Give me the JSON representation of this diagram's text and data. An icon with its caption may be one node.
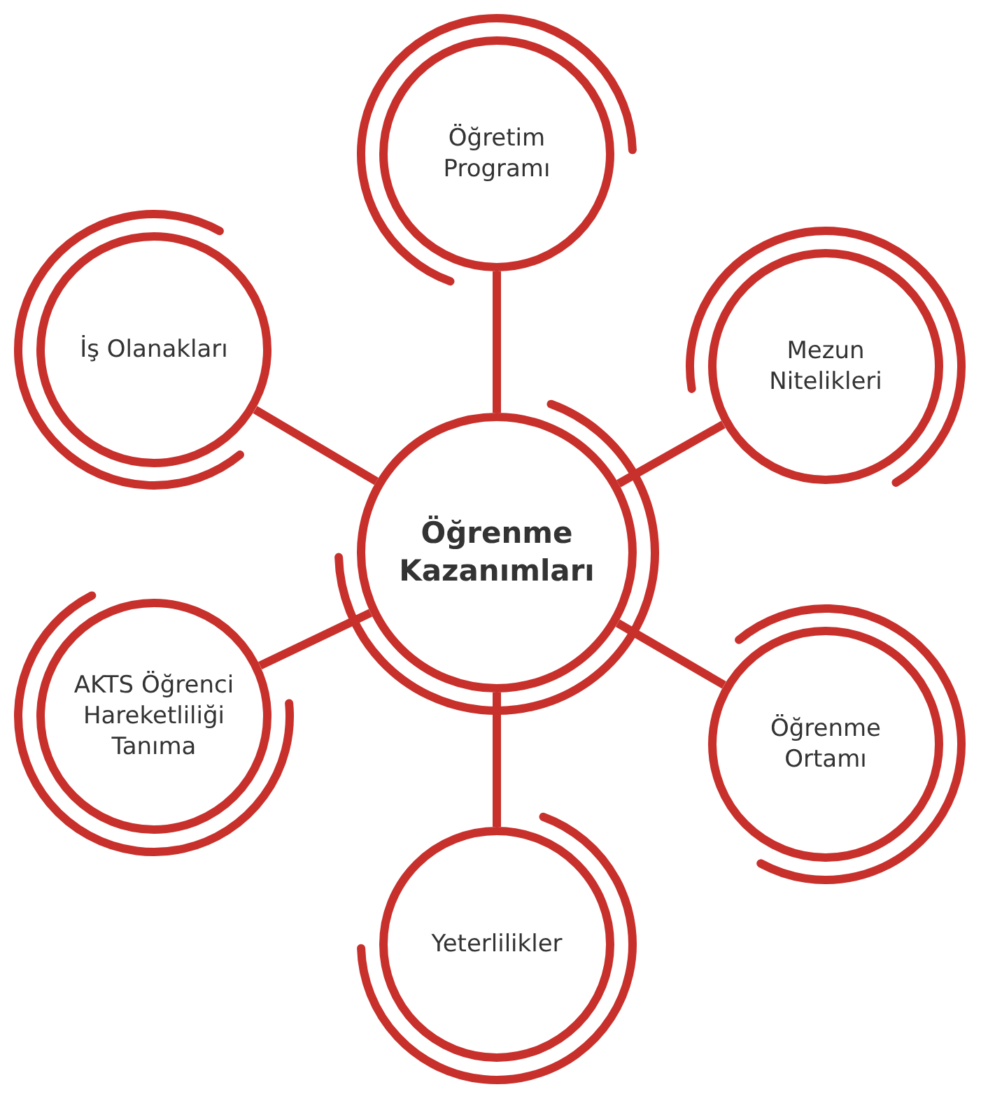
{
  "diagram": {
    "nodes": [
      {
        "text": [
          "Öğrenme Kazanımları"
        ]
      },
      {
        "text": [
          "Öğretim Programı"
        ]
      },
      {
        "text": [
          "Mezun Nitelikleri"
        ]
      },
      {
        "text": [
          "Öğrenme Ortamı"
        ]
      },
      {
        "text": [
          "Yeterlilikler"
        ]
      },
      {
        "text": [
          "AKTS Öğrenci Hareketliliği Tanıma"
        ]
      },
      {
        "text": [
          "İş Olanakları"
        ]
      }
    ],
    "edges": [
      {
        "from": 0,
        "to": 1,
        "arrow": "none"
      },
      {
        "from": 0,
        "to": 2,
        "arrow": "none"
      },
      {
        "from": 0,
        "to": 3,
        "arrow": "none"
      },
      {
        "from": 0,
        "to": 4,
        "arrow": "none"
      },
      {
        "from": 0,
        "to": 5,
        "arrow": "none"
      },
      {
        "from": 0,
        "to": 6,
        "arrow": "none"
      }
    ]
  }
}
